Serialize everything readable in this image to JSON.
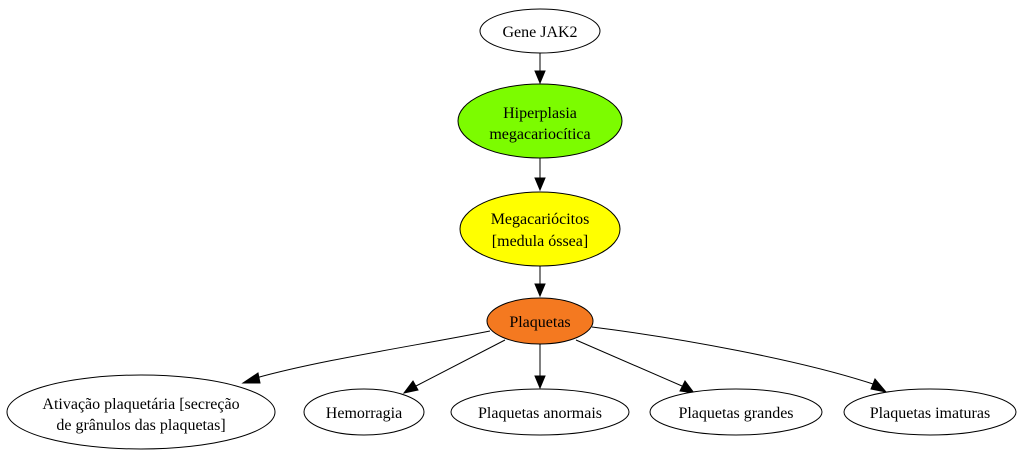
{
  "diagram": {
    "nodes": {
      "gene_jak2": {
        "lines": [
          "Gene JAK2"
        ],
        "fill": "#ffffff"
      },
      "hiperplasia": {
        "lines": [
          "Hiperplasia",
          "megacariocítica"
        ],
        "fill": "#7cfc00"
      },
      "megacariocitos": {
        "lines": [
          "Megacariócitos",
          "[medula óssea]"
        ],
        "fill": "#ffff00"
      },
      "plaquetas": {
        "lines": [
          "Plaquetas"
        ],
        "fill": "#f47920"
      },
      "ativacao": {
        "lines": [
          "Ativação plaquetária [secreção",
          "de grânulos das plaquetas]"
        ],
        "fill": "#ffffff"
      },
      "hemorragia": {
        "lines": [
          "Hemorragia"
        ],
        "fill": "#ffffff"
      },
      "plaquetas_anormais": {
        "lines": [
          "Plaquetas anormais"
        ],
        "fill": "#ffffff"
      },
      "plaquetas_grandes": {
        "lines": [
          "Plaquetas grandes"
        ],
        "fill": "#ffffff"
      },
      "plaquetas_imaturas": {
        "lines": [
          "Plaquetas imaturas"
        ],
        "fill": "#ffffff"
      }
    },
    "edges": [
      {
        "from": "gene_jak2",
        "to": "hiperplasia"
      },
      {
        "from": "hiperplasia",
        "to": "megacariocitos"
      },
      {
        "from": "megacariocitos",
        "to": "plaquetas"
      },
      {
        "from": "plaquetas",
        "to": "ativacao"
      },
      {
        "from": "plaquetas",
        "to": "hemorragia"
      },
      {
        "from": "plaquetas",
        "to": "plaquetas_anormais"
      },
      {
        "from": "plaquetas",
        "to": "plaquetas_grandes"
      },
      {
        "from": "plaquetas",
        "to": "plaquetas_imaturas"
      }
    ]
  }
}
